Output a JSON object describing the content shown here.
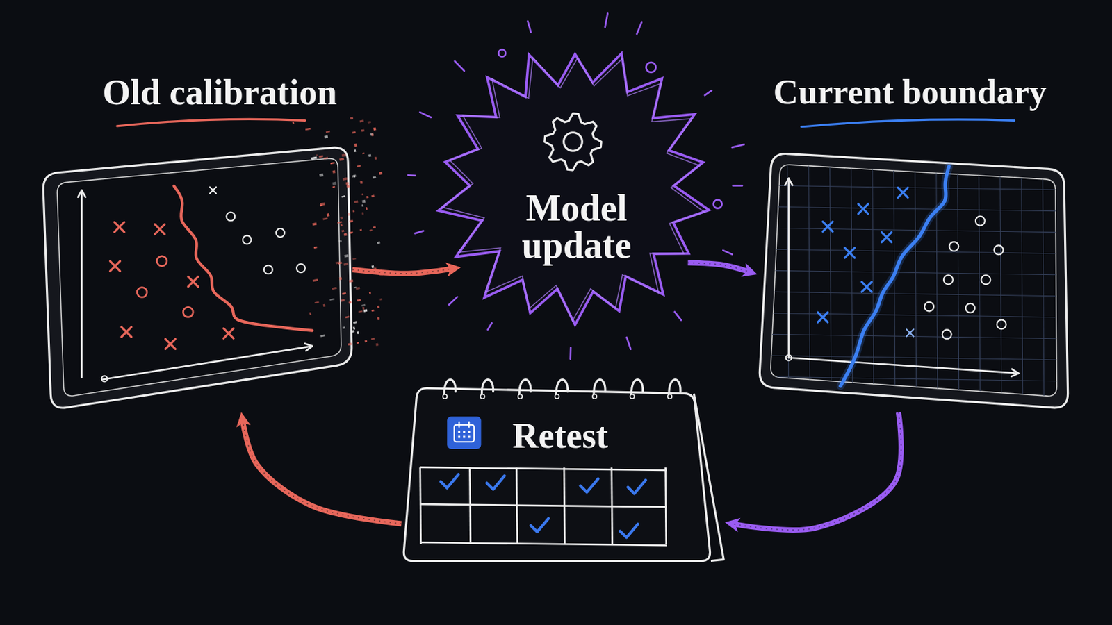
{
  "diagram": {
    "nodes": [
      {
        "text": [
          "Old calibration"
        ]
      },
      {
        "text": [
          "Model update"
        ]
      },
      {
        "text": [
          "Current boundary"
        ]
      },
      {
        "text": [
          "Retest"
        ]
      }
    ],
    "edges": [
      {
        "from": 0,
        "to": 1,
        "arrow": "to"
      },
      {
        "from": 1,
        "to": 2,
        "arrow": "to"
      },
      {
        "from": 2,
        "to": 3,
        "arrow": "to"
      },
      {
        "from": 3,
        "to": 0,
        "arrow": "to"
      }
    ]
  }
}
